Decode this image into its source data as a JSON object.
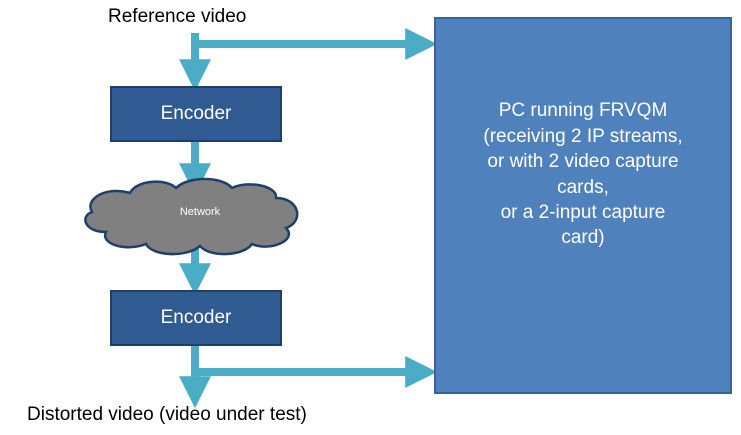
{
  "labels": {
    "reference": "Reference video",
    "distorted": "Distorted video (video under test)"
  },
  "encoder_top": {
    "label": "Encoder"
  },
  "encoder_bottom": {
    "label": "Encoder"
  },
  "network": {
    "label": "Network"
  },
  "pc": {
    "lines": [
      "PC running FRVQM",
      "(receiving 2 IP streams,",
      "or with 2 video capture",
      "cards,",
      "or a 2-input capture",
      "card)"
    ]
  },
  "colors": {
    "arrow": "#4bacc6",
    "encoder_fill": "#2f5a92",
    "pc_fill": "#4f81bd",
    "cloud_fill": "#808080"
  }
}
